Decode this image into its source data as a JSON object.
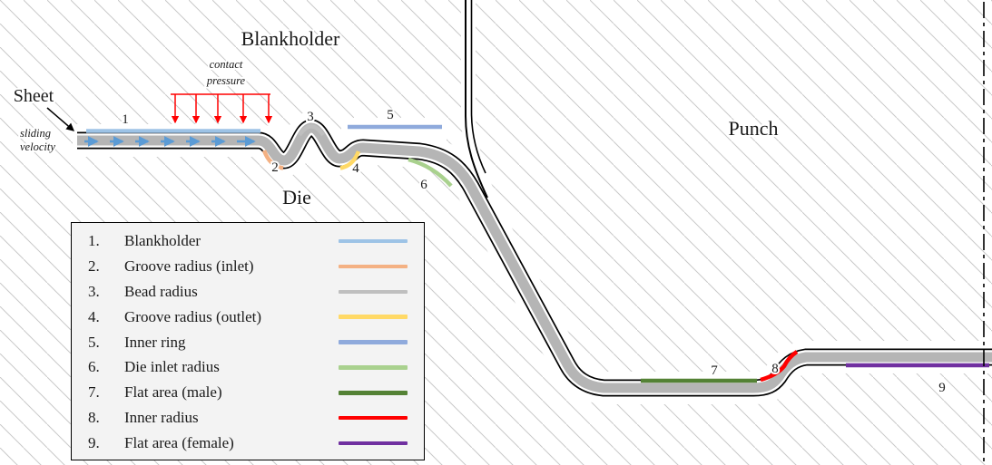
{
  "labels": {
    "blankholder": "Blankholder",
    "punch": "Punch",
    "die": "Die",
    "sheet": "Sheet",
    "sliding_velocity_line1": "sliding",
    "sliding_velocity_line2": "velocity",
    "contact_pressure_line1": "contact",
    "contact_pressure_line2": "pressure"
  },
  "markers": [
    "1",
    "2",
    "3",
    "4",
    "5",
    "6",
    "7",
    "8",
    "9"
  ],
  "legend": {
    "items": [
      {
        "num": "1.",
        "label": "Blankholder",
        "color": "#9dc3e6"
      },
      {
        "num": "2.",
        "label": "Groove radius (inlet)",
        "color": "#f4b183"
      },
      {
        "num": "3.",
        "label": "Bead radius",
        "color": "#bfbfbf"
      },
      {
        "num": "4.",
        "label": "Groove radius (outlet)",
        "color": "#ffd966"
      },
      {
        "num": "5.",
        "label": "Inner ring",
        "color": "#8faadc"
      },
      {
        "num": "6.",
        "label": "Die inlet radius",
        "color": "#a9d18e"
      },
      {
        "num": "7.",
        "label": "Flat area (male)",
        "color": "#548235"
      },
      {
        "num": "8.",
        "label": "Inner radius",
        "color": "#ff0000"
      },
      {
        "num": "9.",
        "label": "Flat area (female)",
        "color": "#7030a0"
      }
    ]
  },
  "colors": {
    "hatch": "#c9c9c9",
    "sheet_gray": "#b5b5b5",
    "outline_black": "#000000",
    "pressure_arrow_red": "#ff0000",
    "velocity_arrow_blue": "#5b9bd5",
    "legend_bg": "#f3f3f3"
  }
}
